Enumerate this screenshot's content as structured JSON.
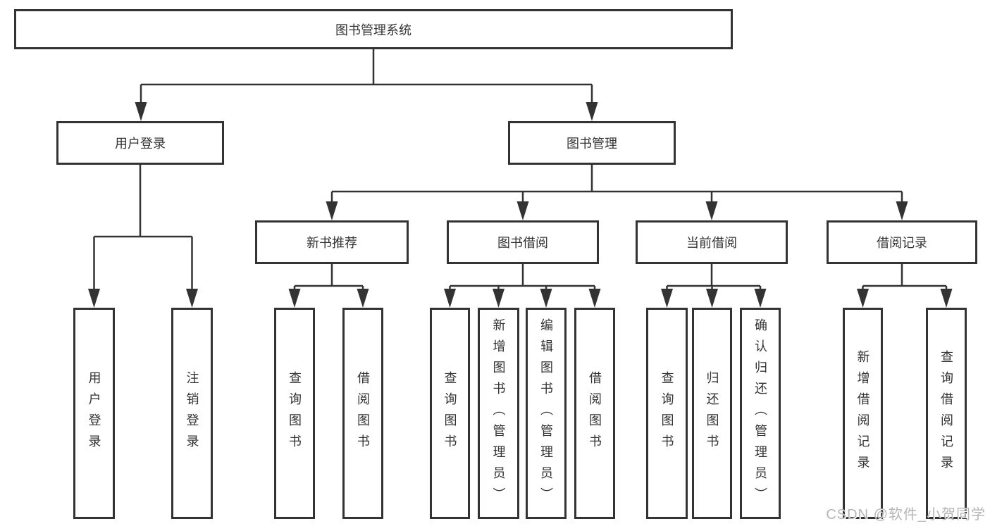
{
  "diagram": {
    "root": {
      "label": "图书管理系统"
    },
    "branches": [
      {
        "label": "用户登录",
        "children": [
          {
            "label": "用户登录"
          },
          {
            "label": "注销登录"
          }
        ]
      },
      {
        "label": "图书管理",
        "children": [
          {
            "label": "新书推荐",
            "children": [
              {
                "label": "查询图书"
              },
              {
                "label": "借阅图书"
              }
            ]
          },
          {
            "label": "图书借阅",
            "children": [
              {
                "label": "查询图书"
              },
              {
                "label": "新增图书（管理员）"
              },
              {
                "label": "编辑图书（管理员）"
              },
              {
                "label": "借阅图书"
              }
            ]
          },
          {
            "label": "当前借阅",
            "children": [
              {
                "label": "查询图书"
              },
              {
                "label": "归还图书"
              },
              {
                "label": "确认归还（管理员）"
              }
            ]
          },
          {
            "label": "借阅记录",
            "children": [
              {
                "label": "新增借阅记录"
              },
              {
                "label": "查询借阅记录"
              }
            ]
          }
        ]
      }
    ]
  },
  "watermark": {
    "text": "CSDN @软件_小贺同学"
  },
  "colors": {
    "line": "#333333",
    "box_border": "#333333",
    "box_fill": "#ffffff",
    "text": "#333333",
    "watermark": "#b5b5b5",
    "background": "#ffffff"
  }
}
